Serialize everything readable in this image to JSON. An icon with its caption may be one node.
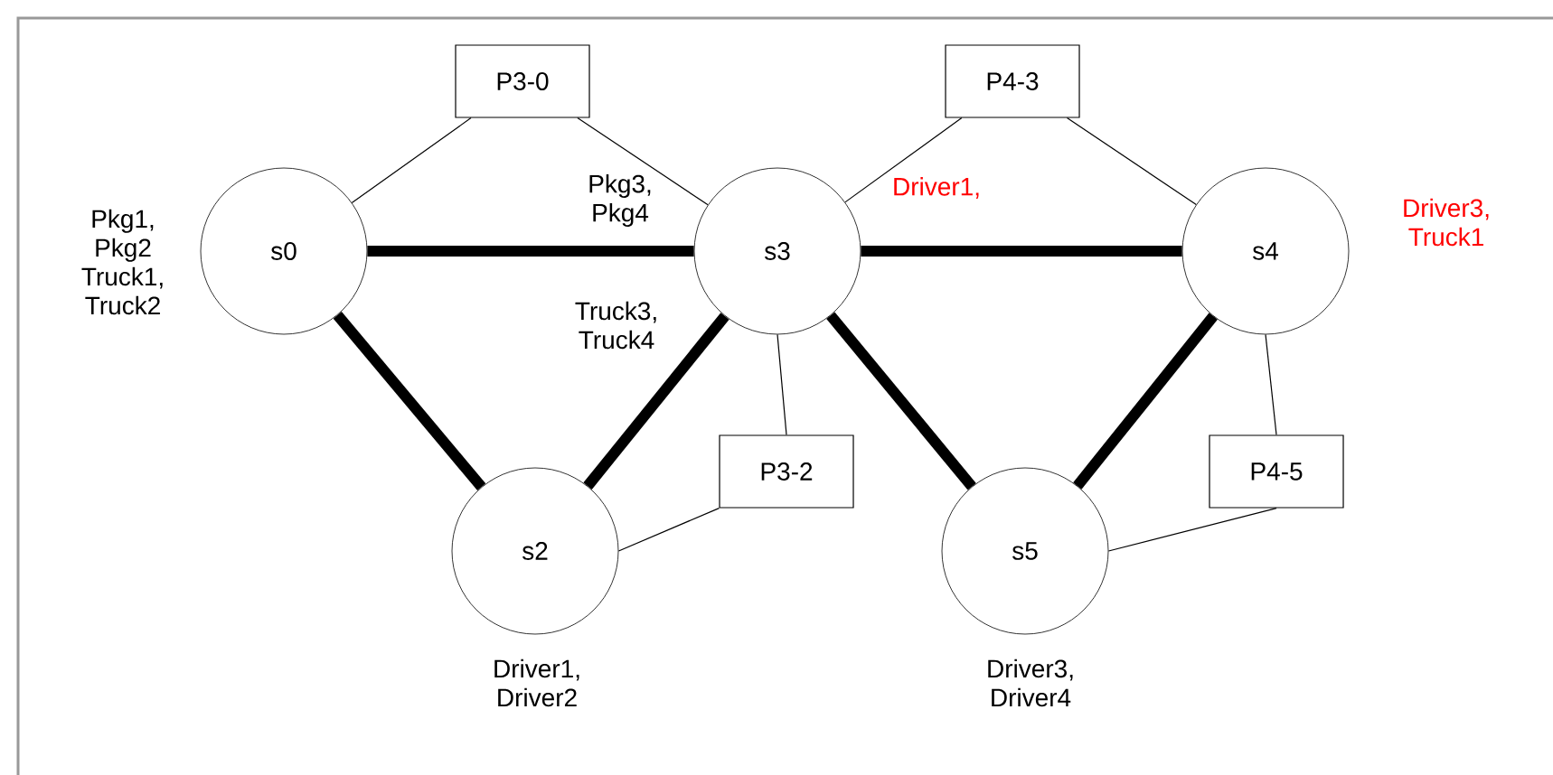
{
  "diagram": {
    "nodes": [
      {
        "text": [
          "P3-0"
        ]
      },
      {
        "text": [
          "P4-3"
        ]
      },
      {
        "text": [
          "s0"
        ],
        "beside": [
          "Pkg1, Pkg2 Truck1, Truck2"
        ]
      },
      {
        "text": [
          "s3"
        ],
        "beside": [
          "Pkg3, Pkg4",
          "Truck3, Truck4",
          "Driver1,"
        ]
      },
      {
        "text": [
          "s4"
        ],
        "beside": [
          "Driver3, Truck1"
        ]
      },
      {
        "text": [
          "P3-2"
        ]
      },
      {
        "text": [
          "P4-5"
        ]
      },
      {
        "text": [
          "s2"
        ],
        "beside": [
          "Driver1, Driver2"
        ]
      },
      {
        "text": [
          "s5"
        ],
        "beside": [
          "Driver3, Driver4"
        ]
      }
    ],
    "edges": [
      {
        "from": 2,
        "to": 3,
        "arrow": "none",
        "style": "thick"
      },
      {
        "from": 2,
        "to": 7,
        "arrow": "none",
        "style": "thick"
      },
      {
        "from": 7,
        "to": 3,
        "arrow": "none",
        "style": "thick"
      },
      {
        "from": 3,
        "to": 4,
        "arrow": "none",
        "style": "thick"
      },
      {
        "from": 3,
        "to": 8,
        "arrow": "none",
        "style": "thick"
      },
      {
        "from": 4,
        "to": 8,
        "arrow": "none",
        "style": "thick"
      },
      {
        "from": 0,
        "to": 2,
        "arrow": "none"
      },
      {
        "from": 0,
        "to": 3,
        "arrow": "none"
      },
      {
        "from": 1,
        "to": 3,
        "arrow": "none"
      },
      {
        "from": 1,
        "to": 4,
        "arrow": "none"
      },
      {
        "from": 5,
        "to": 3,
        "arrow": "none"
      },
      {
        "from": 5,
        "to": 7,
        "arrow": "none"
      },
      {
        "from": 6,
        "to": 4,
        "arrow": "none"
      },
      {
        "from": 6,
        "to": 8,
        "arrow": "none"
      }
    ]
  }
}
